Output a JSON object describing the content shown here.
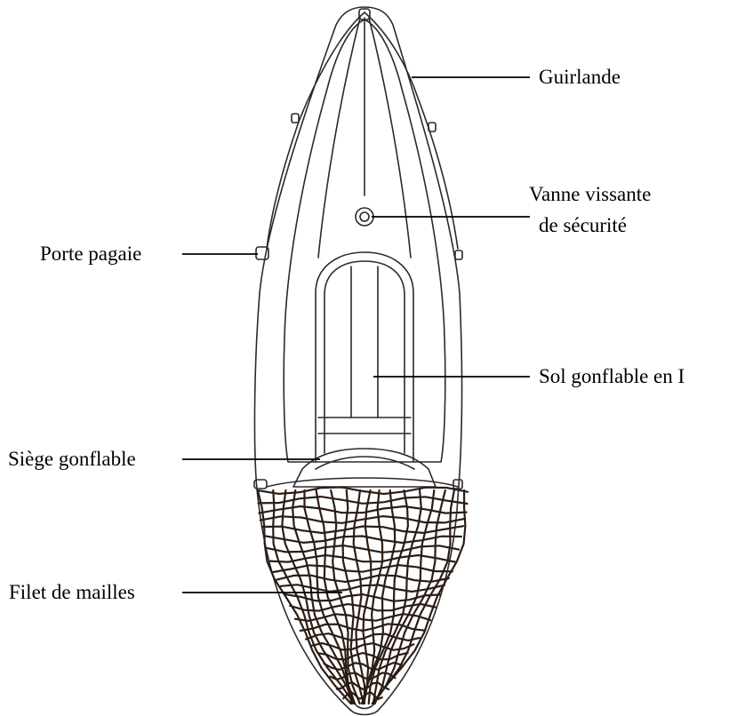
{
  "labels": {
    "guirlande": "Guirlande",
    "vanne_line1": "Vanne vissante",
    "vanne_line2": "de sécurité",
    "porte_pagaie": "Porte pagaie",
    "sol": "Sol gonflable en I",
    "siege": "Siège gonflable",
    "filet": "Filet de mailles"
  },
  "colors": {
    "line": "#000000",
    "outline": "#2a2a2a",
    "net": "#2b1d14",
    "background": "#ffffff"
  }
}
